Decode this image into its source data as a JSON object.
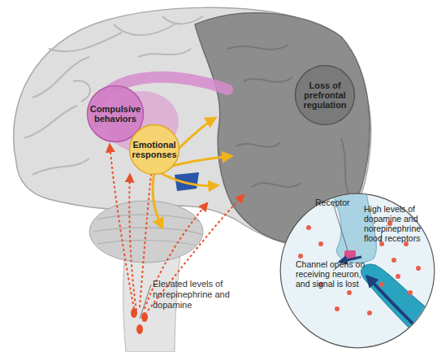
{
  "diagram": {
    "nodes": [
      {
        "text": [
          "Compulsive behaviors"
        ]
      },
      {
        "text": [
          "Emotional responses"
        ]
      },
      {
        "text": [
          "Loss of prefrontal regulation"
        ]
      },
      {
        "text": [
          "Receptor",
          "High levels of dopamine and norepinephrine flood receptors",
          "Channel opens on receiving neuron, and signal is lost"
        ]
      }
    ],
    "labels": [
      "Elevated levels of norepinephrine and dopamine"
    ]
  }
}
